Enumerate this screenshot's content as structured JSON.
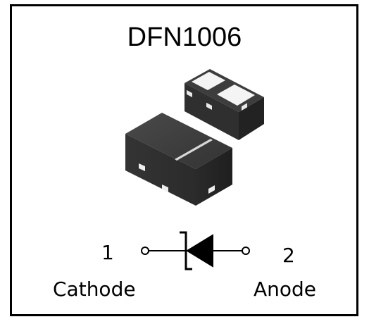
{
  "title": "DFN1006",
  "pins": [
    {
      "number": "1",
      "name": "Cathode"
    },
    {
      "number": "2",
      "name": "Anode"
    }
  ],
  "colors": {
    "border": "#000000",
    "package_top": "#3a3a3a",
    "package_side": "#262626",
    "pad": "#f2f2f2",
    "symbol": "#000000"
  },
  "symbol_icon": "diode-symbol-icon"
}
